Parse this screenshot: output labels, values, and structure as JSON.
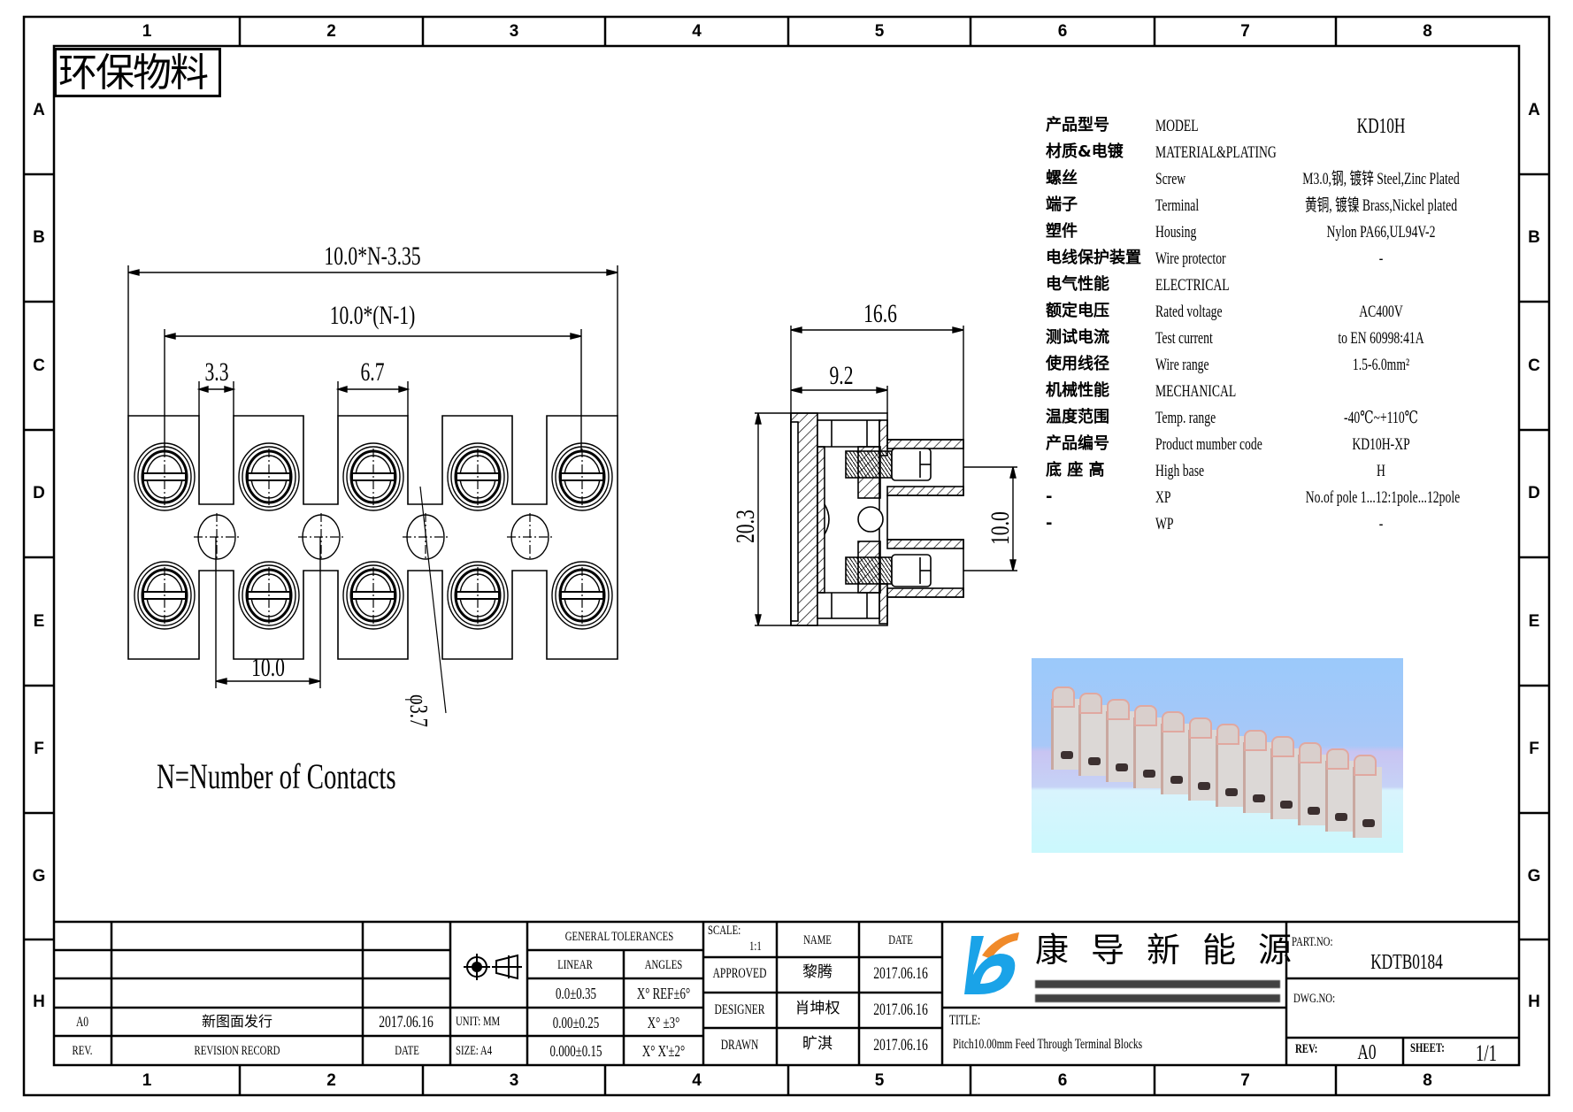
{
  "frame": {
    "columns": [
      "1",
      "2",
      "3",
      "4",
      "5",
      "6",
      "7",
      "8"
    ],
    "rows": [
      "A",
      "B",
      "C",
      "D",
      "E",
      "F",
      "G",
      "H"
    ]
  },
  "eco_label": "环保物料",
  "front_view": {
    "dims": {
      "overall": "10.0*N-3.35",
      "pitch_span": "10.0*(N-1)",
      "slot": "3.3",
      "body": "6.7",
      "pitch": "10.0",
      "hole": "φ3.7"
    },
    "contacts_shown": 5,
    "note": "N=Number of Contacts"
  },
  "side_view": {
    "dims": {
      "depth": "16.6",
      "base": "9.2",
      "height": "20.3",
      "screw_spacing": "10.0"
    }
  },
  "specs": [
    {
      "cn": "产品型号",
      "en": "MODEL",
      "value": "KD10H"
    },
    {
      "cn": "材质&电镀",
      "en": "MATERIAL&PLATING",
      "value": ""
    },
    {
      "cn": "螺丝",
      "en": "Screw",
      "value": "M3.0,钢, 镀锌 Steel,Zinc Plated"
    },
    {
      "cn": "端子",
      "en": "Terminal",
      "value": "黄铜, 镀镍 Brass,Nickel plated"
    },
    {
      "cn": "塑件",
      "en": "Housing",
      "value": "Nylon PA66,UL94V-2"
    },
    {
      "cn": "电线保护装置",
      "en": "Wire protector",
      "value": "-"
    },
    {
      "cn": "电气性能",
      "en": "ELECTRICAL",
      "value": ""
    },
    {
      "cn": "额定电压",
      "en": "Rated voltage",
      "value": "AC400V"
    },
    {
      "cn": "测试电流",
      "en": "Test current",
      "value": "to EN 60998:41A"
    },
    {
      "cn": "使用线径",
      "en": "Wire range",
      "value": "1.5-6.0mm²"
    },
    {
      "cn": "机械性能",
      "en": "MECHANICAL",
      "value": ""
    },
    {
      "cn": "温度范围",
      "en": "Temp. range",
      "value": "-40℃~+110℃"
    },
    {
      "cn": "产品编号",
      "en": "Product mumber code",
      "value": "KD10H-XP"
    },
    {
      "cn": "底 座 高",
      "en": "High base",
      "value": "H"
    },
    {
      "cn": "-",
      "en": "XP",
      "value": "No.of pole 1...12:1pole...12pole"
    },
    {
      "cn": "-",
      "en": "WP",
      "value": "-"
    }
  ],
  "title_block": {
    "revisions": [
      {
        "rev": "",
        "record": "",
        "date": ""
      },
      {
        "rev": "",
        "record": "",
        "date": ""
      },
      {
        "rev": "",
        "record": "",
        "date": ""
      },
      {
        "rev": "A0",
        "record": "新图面发行",
        "date": "2017.06.16"
      }
    ],
    "rev_header": {
      "rev": "REV.",
      "record": "REVISION RECORD",
      "date": "DATE"
    },
    "unit": "UNIT: MM",
    "size": "SIZE: A4",
    "tolerances": {
      "title": "GENERAL TOLERANCES",
      "linear_header": "LINEAR",
      "angles_header": "ANGLES",
      "linear": [
        "0.0±0.35",
        "0.00±0.25",
        "0.000±0.15"
      ],
      "angles": [
        "X° REF±6°",
        "X° ±3°",
        "X° X'±2°"
      ]
    },
    "scale_label": "SCALE:",
    "scale_value": "1:1",
    "name_header": "NAME",
    "date_header": "DATE",
    "signoffs": [
      {
        "role": "APPROVED",
        "name": "黎腾",
        "date": "2017.06.16"
      },
      {
        "role": "DESIGNER",
        "name": "肖坤权",
        "date": "2017.06.16"
      },
      {
        "role": "DRAWN",
        "name": "旷淇",
        "date": "2017.06.16"
      }
    ],
    "company": {
      "name_chars": [
        "康",
        "导",
        "新",
        "能",
        "源"
      ],
      "logo_colors": {
        "blue": "#1aa3e8",
        "orange": "#f08a2a"
      }
    },
    "title_label": "TITLE:",
    "title": "Pitch10.00mm Feed Through Terminal Blocks",
    "part_no_label": "PART.NO:",
    "part_no": "KDTB0184",
    "dwg_no_label": "DWG.NO:",
    "rev_label": "REV:",
    "rev_value": "A0",
    "sheet_label": "SHEET:",
    "sheet_value": "1/1"
  }
}
